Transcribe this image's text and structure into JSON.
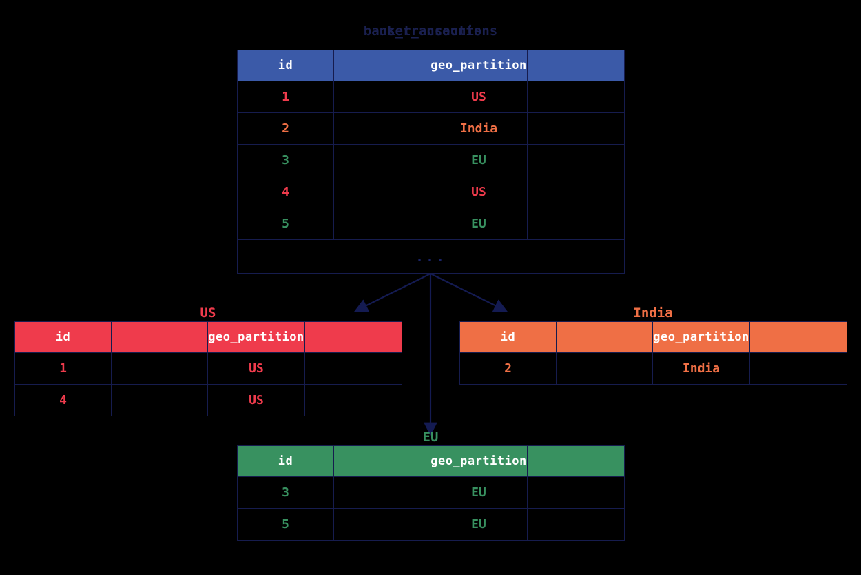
{
  "diagram": {
    "background_color": "#000000",
    "border_color": "#161c4e",
    "arrow_color": "#141b52"
  },
  "source_table": {
    "title": "bank_transactions",
    "overlay_title": "user_accounts",
    "header_color": "#3b5aa8",
    "columns": [
      "id",
      "",
      "geo_partition",
      ""
    ],
    "rows": [
      {
        "id": "1",
        "c2": "",
        "geo_partition": "US",
        "c4": "",
        "color": "#ef3b4c"
      },
      {
        "id": "2",
        "c2": "",
        "geo_partition": "India",
        "c4": "",
        "color": "#ef6f45"
      },
      {
        "id": "3",
        "c2": "",
        "geo_partition": "EU",
        "c4": "",
        "color": "#389160"
      },
      {
        "id": "4",
        "c2": "",
        "geo_partition": "US",
        "c4": "",
        "color": "#ef3b4c"
      },
      {
        "id": "5",
        "c2": "",
        "geo_partition": "EU",
        "c4": "",
        "color": "#389160"
      }
    ],
    "ellipsis": "..."
  },
  "partitions": [
    {
      "key": "us",
      "title": "US",
      "header_color": "#ef3b4c",
      "text_color": "#ef3b4c",
      "columns": [
        "id",
        "",
        "geo_partition",
        ""
      ],
      "rows": [
        {
          "id": "1",
          "c2": "",
          "geo_partition": "US",
          "c4": ""
        },
        {
          "id": "4",
          "c2": "",
          "geo_partition": "US",
          "c4": ""
        }
      ]
    },
    {
      "key": "india",
      "title": "India",
      "header_color": "#ef6f45",
      "text_color": "#ef6f45",
      "columns": [
        "id",
        "",
        "geo_partition",
        ""
      ],
      "rows": [
        {
          "id": "2",
          "c2": "",
          "geo_partition": "India",
          "c4": ""
        }
      ]
    },
    {
      "key": "eu",
      "title": "EU",
      "header_color": "#389160",
      "text_color": "#389160",
      "columns": [
        "id",
        "",
        "geo_partition",
        ""
      ],
      "rows": [
        {
          "id": "3",
          "c2": "",
          "geo_partition": "EU",
          "c4": ""
        },
        {
          "id": "5",
          "c2": "",
          "geo_partition": "EU",
          "c4": ""
        }
      ]
    }
  ]
}
